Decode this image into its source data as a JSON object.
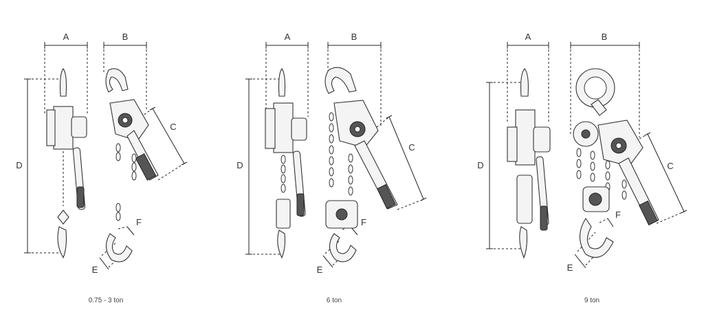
{
  "diagrams": [
    {
      "caption": "0.75 - 3 ton",
      "labels": {
        "A": "A",
        "B": "B",
        "C": "C",
        "D": "D",
        "E": "E",
        "F": "F"
      }
    },
    {
      "caption": "6 ton",
      "labels": {
        "A": "A",
        "B": "B",
        "C": "C",
        "D": "D",
        "E": "E",
        "F": "F"
      }
    },
    {
      "caption": "9 ton",
      "labels": {
        "A": "A",
        "B": "B",
        "C": "C",
        "D": "D",
        "E": "E",
        "F": "F"
      }
    }
  ]
}
